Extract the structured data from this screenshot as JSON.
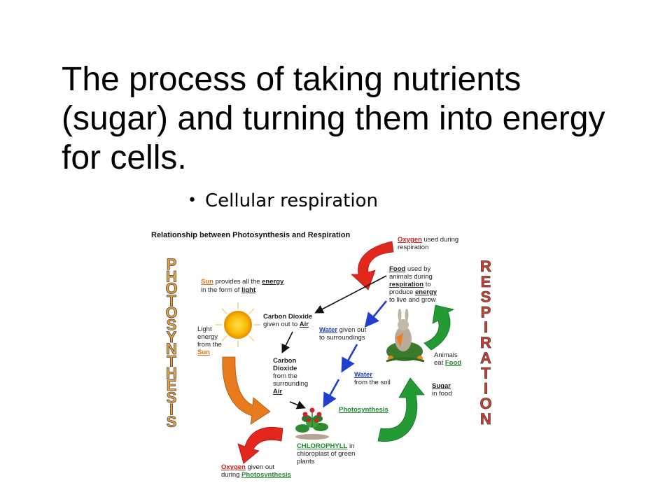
{
  "slide": {
    "title": "The process of taking nutrients (sugar) and turning them into energy for cells.",
    "bullet": "Cellular respiration"
  },
  "diagram": {
    "title": "Relationship between Photosynthesis and Respiration",
    "left_vertical": [
      "P",
      "H",
      "O",
      "T",
      "O",
      "S",
      "Y",
      "N",
      "T",
      "H",
      "E",
      "S",
      "I",
      "S"
    ],
    "right_vertical": [
      "R",
      "E",
      "S",
      "P",
      "I",
      "R",
      "A",
      "T",
      "I",
      "O",
      "N"
    ],
    "sun_line1_a": "Sun",
    "sun_line1_b": " provides all the ",
    "sun_line1_c": "energy",
    "sun_line2_a": "in the form of ",
    "sun_line2_b": "light",
    "light_energy": [
      "Light",
      "energy",
      "from the"
    ],
    "light_energy_sun": "Sun",
    "co2_out": [
      "Carbon Dioxide",
      "given out to "
    ],
    "co2_out_air": "Air",
    "co2_from": [
      "Carbon",
      "Dioxide",
      "from the",
      "surrounding"
    ],
    "co2_from_air": "Air",
    "oxygen_used_a": "Oxygen",
    "oxygen_used_b": " used during",
    "oxygen_used_c": "respiration",
    "food_used": [
      "Food",
      " used by",
      "animals during"
    ],
    "food_resp": "respiration",
    "food_resp_b": " to",
    "food_energy_a": "produce ",
    "food_energy_b": "energy",
    "food_live": "to live and grow",
    "water_out_a": "Water",
    "water_out_b": " given out",
    "water_out_c": "to surroundings",
    "water_soil_a": "Water",
    "water_soil_b": "from the soil",
    "animals_eat": "Animals",
    "animals_eat_b": "eat ",
    "animals_food": "Food",
    "sugar_a": "Sugar",
    "sugar_b": "in food",
    "photosynthesis": "Photosynthesis",
    "chlorophyll_a": "CHLOROPHYLL",
    "chlorophyll_b": " in",
    "chlorophyll_c": "chloroplast of green",
    "chlorophyll_d": "plants",
    "oxygen_out_a": "Oxygen",
    "oxygen_out_b": " given out",
    "oxygen_out_c": "during ",
    "oxygen_out_d": "Photosynthesis"
  },
  "colors": {
    "orange": "#e0701a",
    "red": "#d42020",
    "green": "#1d8a2b",
    "blue": "#1f3fcc"
  },
  "icons": [
    "sun-icon",
    "rabbit-icon",
    "plant-icon"
  ]
}
